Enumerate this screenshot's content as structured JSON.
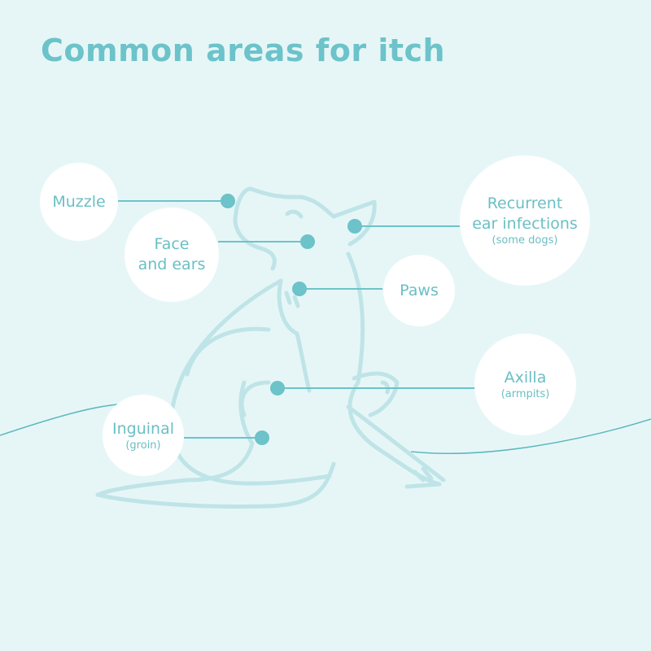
{
  "title": "Common areas for itch",
  "colors": {
    "background": "#e6f6f7",
    "title": "#6cc3c9",
    "dot": "#6cc3c9",
    "line": "#6cc3c9",
    "outline": "#bfe4e7",
    "bubble": "#ffffff",
    "label": "#6bbfc4"
  },
  "labels": {
    "muzzle": {
      "main": "Muzzle"
    },
    "face": {
      "line1": "Face",
      "line2": "and ears"
    },
    "ear": {
      "line1": "Recurrent",
      "line2": "ear infections",
      "sub": "(some dogs)"
    },
    "paws": {
      "main": "Paws"
    },
    "axilla": {
      "main": "Axilla",
      "sub": "(armpits)"
    },
    "inguinal": {
      "main": "Inguinal",
      "sub": "(groin)"
    }
  }
}
